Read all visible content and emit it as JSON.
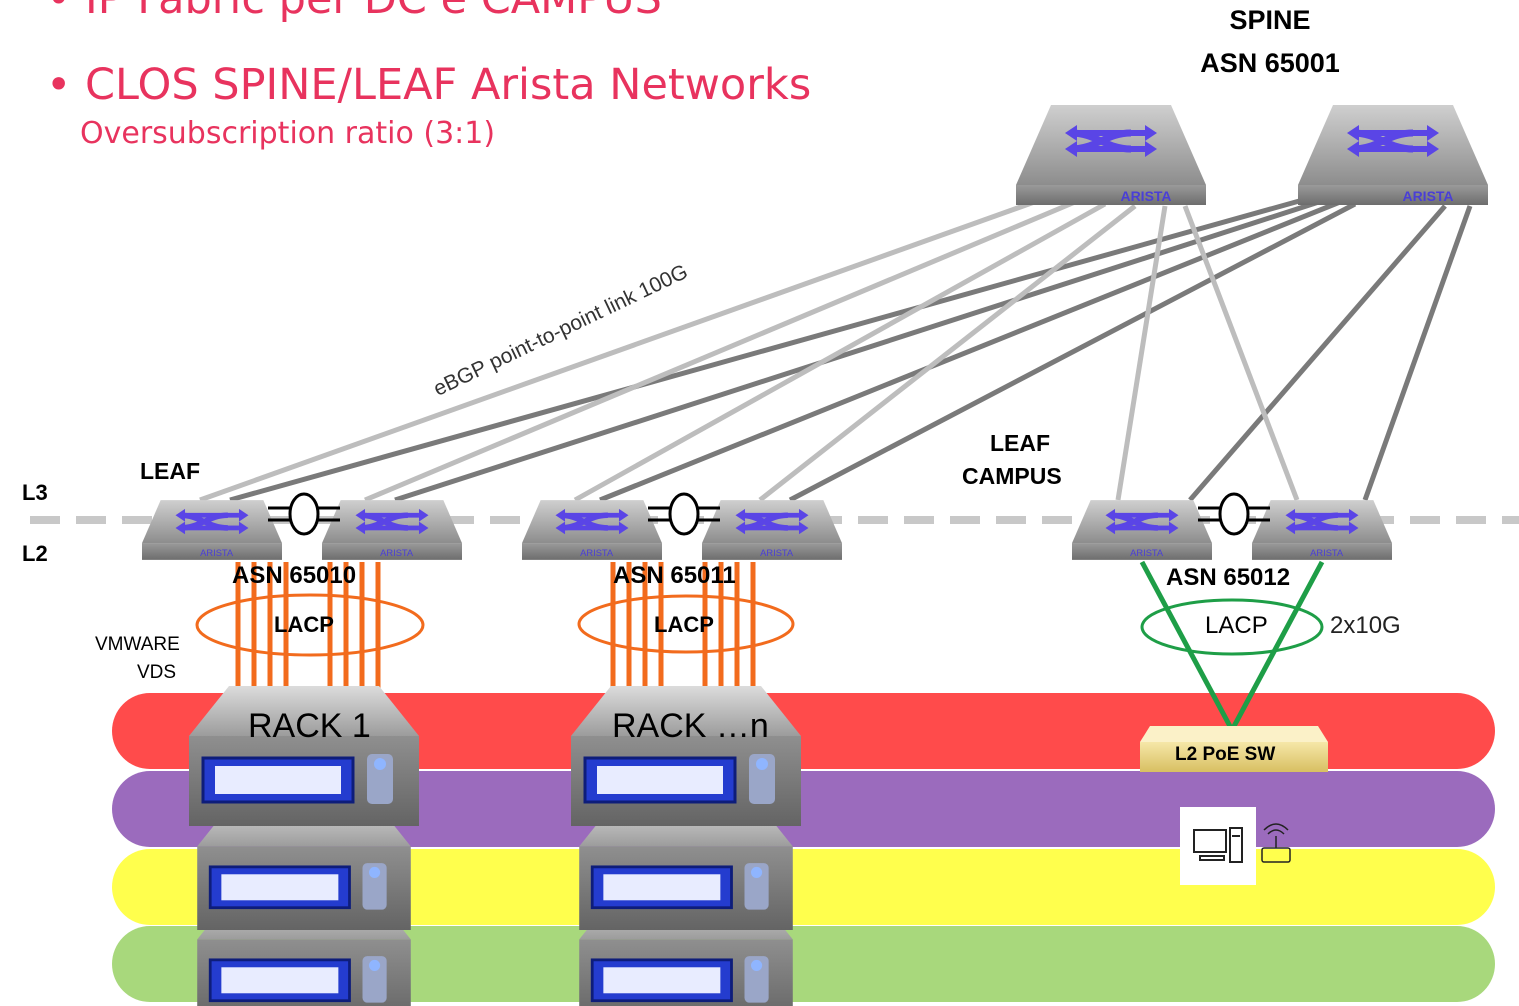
{
  "header": {
    "bullet_1": "• IP Fabric per DC e CAMPUS",
    "bullet_2": "• CLOS SPINE/LEAF Arista Networks",
    "bullet_2_sub": "Oversubscription ratio (3:1)"
  },
  "spine": {
    "title": "SPINE",
    "asn": "ASN 65001",
    "brand": "ARISTA"
  },
  "leaf": {
    "title": "LEAF",
    "brand": "ARISTA"
  },
  "leaf_campus": {
    "title_line1": "LEAF",
    "title_line2": "CAMPUS"
  },
  "layers": {
    "l3": "L3",
    "l2": "L2"
  },
  "links": {
    "label": "eBGP point-to-point link 100G",
    "campus_uplink": "2x10G"
  },
  "pods": [
    {
      "asn": "ASN 65010",
      "lacp": "LACP",
      "rack": "RACK 1"
    },
    {
      "asn": "ASN 65011",
      "lacp": "LACP",
      "rack": "RACK …n"
    },
    {
      "asn": "ASN 65012",
      "lacp": "LACP"
    }
  ],
  "vmware": {
    "line1": "VMWARE",
    "line2": "VDS"
  },
  "campus": {
    "poe_switch": "L2 PoE SW"
  },
  "colors": {
    "accent": "#e8335e",
    "vlan_red": "#ff4b4b",
    "vlan_purple": "#9b6bbd",
    "vlan_yellow": "#ffff4d",
    "vlan_green": "#a8d87c",
    "lacp_orange": "#f26b1d",
    "lacp_green": "#1e9e47",
    "link_light": "#bdbdbd",
    "link_dark": "#7a7a7a"
  },
  "icons": [
    "switch-icon",
    "server-icon",
    "computer-icon",
    "wifi-router-icon"
  ]
}
